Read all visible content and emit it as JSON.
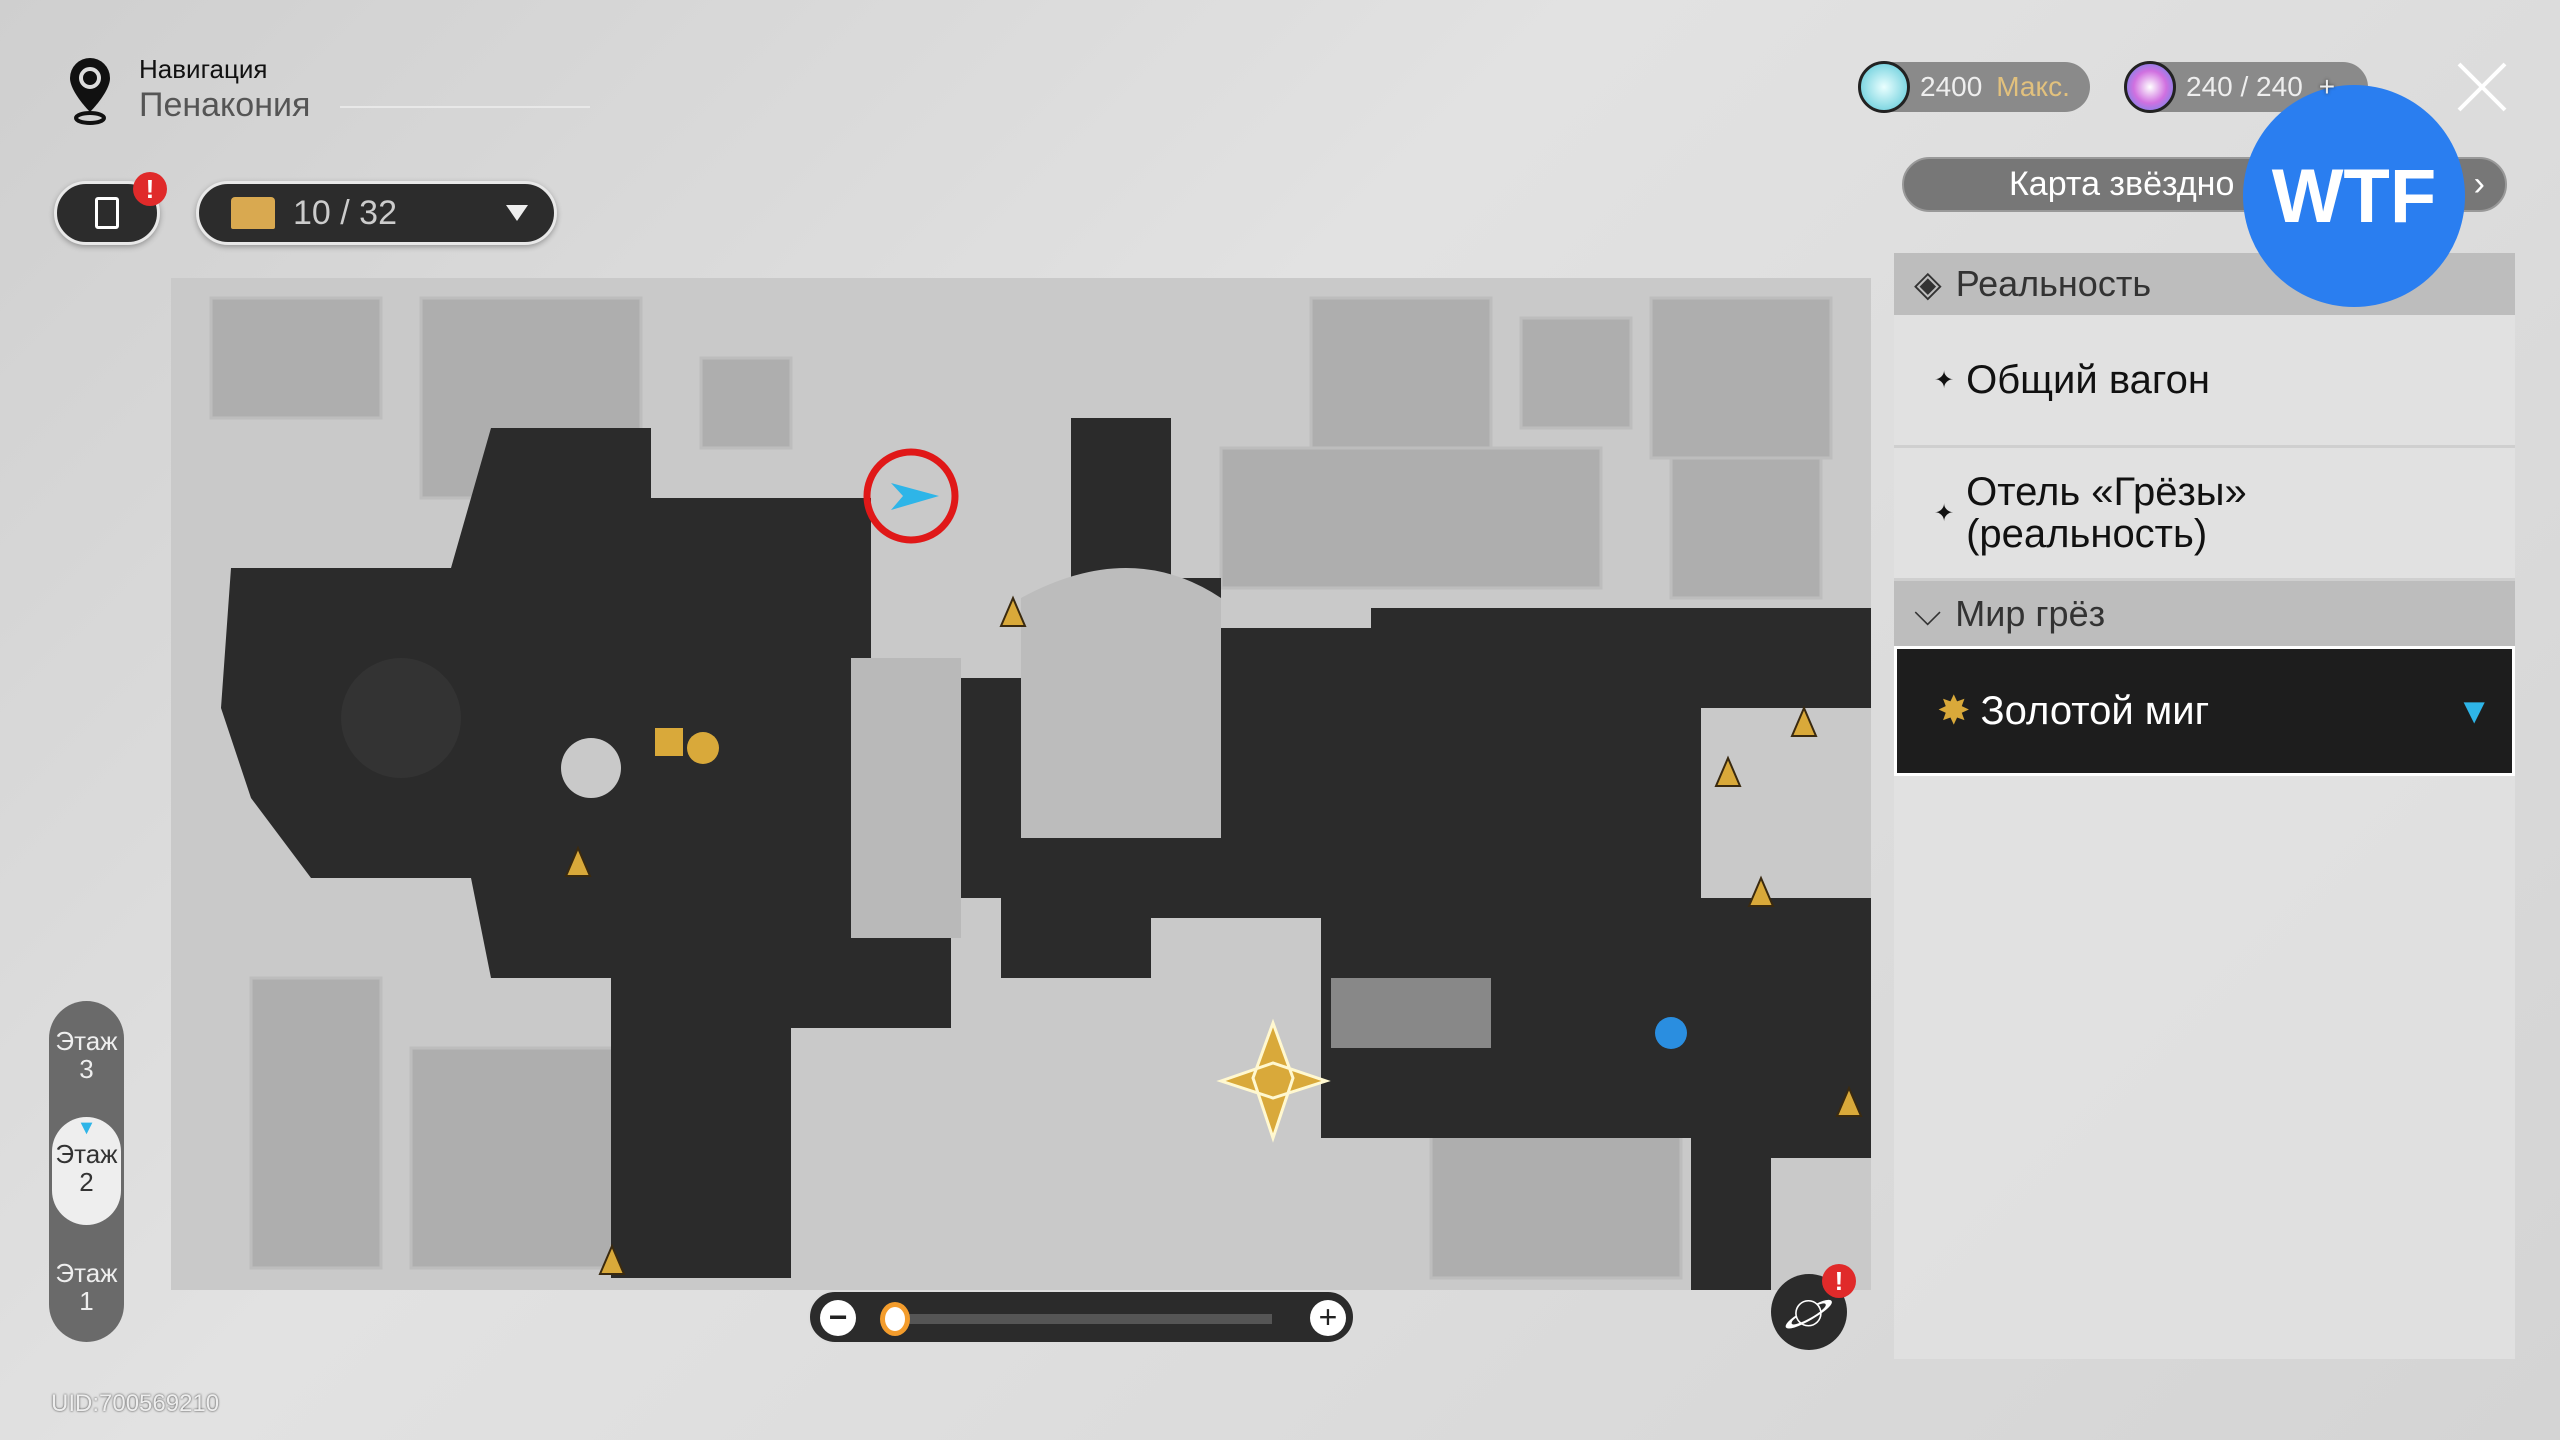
{
  "header": {
    "title": "Навигация",
    "location": "Пенакония"
  },
  "chest_filter": {
    "value": "10 / 32"
  },
  "task_badge": "!",
  "currencies": [
    {
      "value": "2400",
      "suffix": "Макс."
    },
    {
      "value": "240 / 240",
      "suffix": "+"
    }
  ],
  "star_map_button": "Карта звёздно",
  "overlay_badge": "WTF",
  "panel": {
    "sections": [
      {
        "header": "Реальность",
        "items": [
          "Общий вагон",
          "Отель «Грёзы» (реальность)"
        ]
      },
      {
        "header": "Мир грёз",
        "items": [
          "Золотой миг"
        ]
      }
    ],
    "selected": "Золотой миг"
  },
  "floors": [
    {
      "label": "Этаж",
      "num": "3"
    },
    {
      "label": "Этаж",
      "num": "2",
      "active": true
    },
    {
      "label": "Этаж",
      "num": "1"
    }
  ],
  "zoom": {
    "level": 0.03,
    "minus": "−",
    "plus": "+"
  },
  "planet_badge": "!",
  "uid": "UID:700569210",
  "colors": {
    "accent": "#f39c2c",
    "player": "#2eb5e8",
    "marker_gold": "#d9a93a",
    "overlay": "#2a7ef0"
  }
}
